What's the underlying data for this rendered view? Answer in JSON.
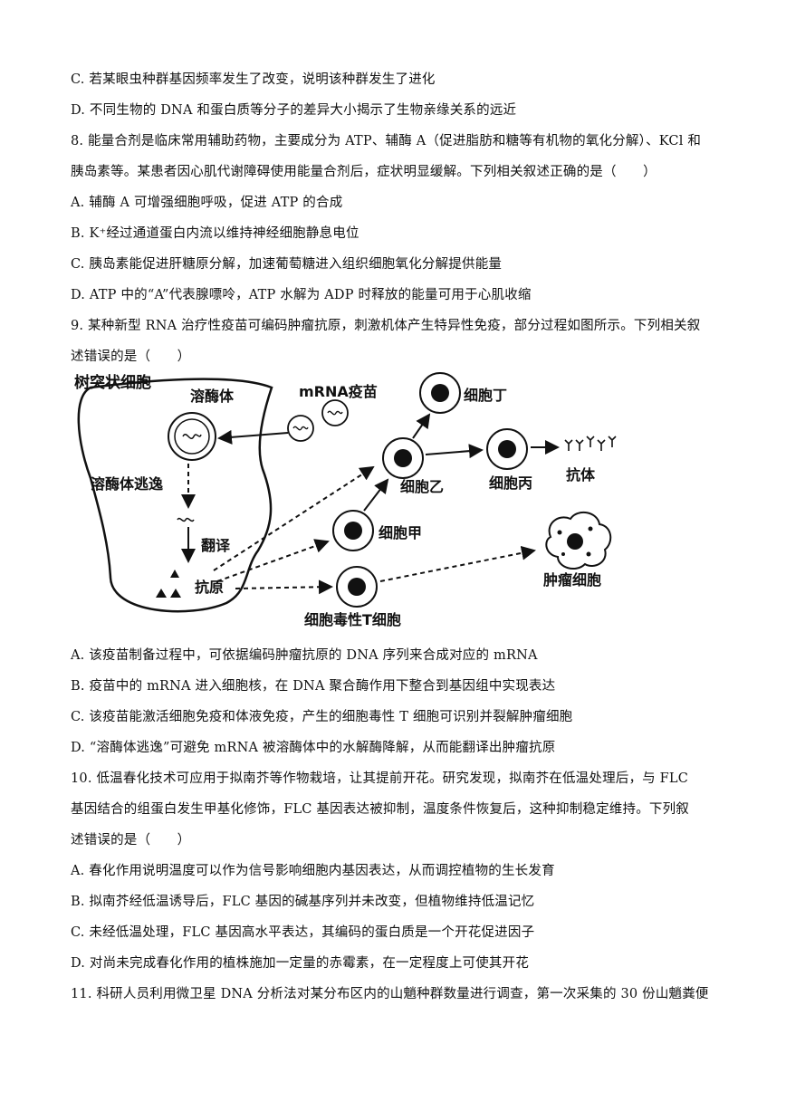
{
  "lines": [
    "C. 若某眼虫种群基因频率发生了改变，说明该种群发生了进化",
    "D. 不同生物的 DNA 和蛋白质等分子的差异大小揭示了生物亲缘关系的远近",
    "8. 能量合剂是临床常用辅助药物，主要成分为 ATP、辅酶 A（促进脂肪和糖等有机物的氧化分解）、KCl 和",
    "胰岛素等。某患者因心肌代谢障碍使用能量合剂后，症状明显缓解。下列相关叙述正确的是（　　）",
    "A. 辅酶 A 可增强细胞呼吸，促进 ATP 的合成",
    "B. K⁺经过通道蛋白内流以维持神经细胞静息电位",
    "C. 胰岛素能促进肝糖原分解，加速葡萄糖进入组织细胞氧化分解提供能量",
    "D. ATP 中的“A”代表腺嘌呤，ATP 水解为 ADP 时释放的能量可用于心肌收缩",
    "9. 某种新型 RNA 治疗性疫苗可编码肿瘤抗原，刺激机体产生特异性免疫，部分过程如图所示。下列相关叙",
    "述错误的是（　　）"
  ],
  "figure": {
    "dendritic_cell": "树突状细胞",
    "lysosome": "溶酶体",
    "mrna_vaccine": "mRNA疫苗",
    "lysosome_escape": "溶酶体逃逸",
    "translation": "翻译",
    "antigen": "抗原",
    "cell_a": "细胞甲",
    "cell_b": "细胞乙",
    "cell_c": "细胞丙",
    "cell_d": "细胞丁",
    "antibody": "抗体",
    "tumor_cell": "肿瘤细胞",
    "cytotoxic_t": "细胞毒性T细胞"
  },
  "lines2": [
    "A. 该疫苗制备过程中，可依据编码肿瘤抗原的 DNA 序列来合成对应的 mRNA",
    "B. 疫苗中的 mRNA 进入细胞核，在 DNA 聚合酶作用下整合到基因组中实现表达",
    "C. 该疫苗能激活细胞免疫和体液免疫，产生的细胞毒性 T 细胞可识别并裂解肿瘤细胞",
    "D. “溶酶体逃逸”可避免 mRNA 被溶酶体中的水解酶降解，从而能翻译出肿瘤抗原",
    "10. 低温春化技术可应用于拟南芥等作物栽培，让其提前开花。研究发现，拟南芥在低温处理后，与 FLC",
    "基因结合的组蛋白发生甲基化修饰，FLC 基因表达被抑制，温度条件恢复后，这种抑制稳定维持。下列叙",
    "述错误的是（　　）",
    "A. 春化作用说明温度可以作为信号影响细胞内基因表达，从而调控植物的生长发育",
    "B. 拟南芥经低温诱导后，FLC 基因的碱基序列并未改变，但植物维持低温记忆",
    "C. 未经低温处理，FLC 基因高水平表达，其编码的蛋白质是一个开花促进因子",
    "D. 对尚未完成春化作用的植株施加一定量的赤霉素，在一定程度上可使其开花",
    "11. 科研人员利用微卫星 DNA 分析法对某分布区内的山魈种群数量进行调查，第一次采集的 30 份山魈粪便"
  ]
}
